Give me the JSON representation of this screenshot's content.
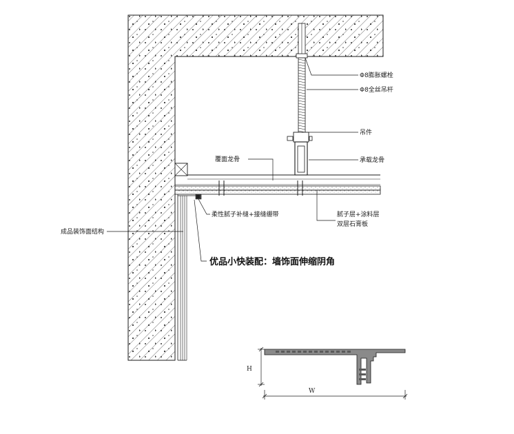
{
  "labels": {
    "expansion_bolt": "Φ8膨胀螺栓",
    "threaded_rod": "Φ8全丝吊杆",
    "hanger": "吊件",
    "main_keel": "承载龙骨",
    "cover_keel": "覆面龙骨",
    "flexible_putty": "柔性腻子补缝+接缝绷带",
    "putty_coating": "腻子层+涂料层",
    "double_gypsum": "双层石膏板",
    "wall_structure": "成品装饰面结构",
    "title": "优品小快装配：墙饰面伸缩阴角",
    "dim_h": "H",
    "dim_w": "W"
  },
  "colors": {
    "line": "#1a1a1a",
    "concrete_fill": "#ffffff",
    "profile_fill": "#8a8a8a",
    "profile_dark": "#5a5a5a"
  }
}
